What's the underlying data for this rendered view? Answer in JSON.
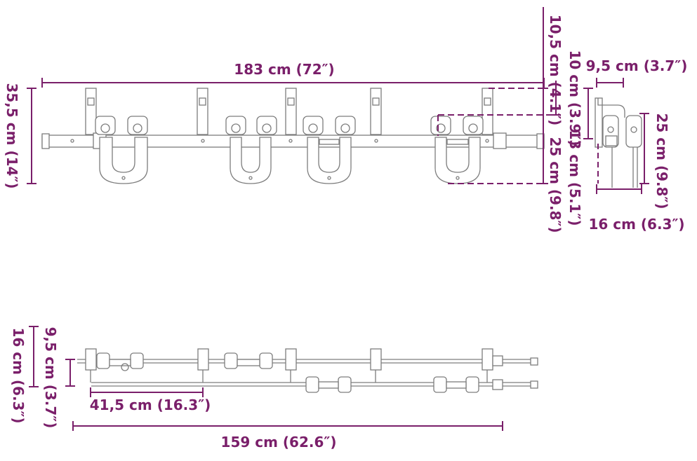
{
  "colors": {
    "dimension": "#7a1f6a",
    "part": "#7d7d7d",
    "background": "#ffffff"
  },
  "dimensions": {
    "total_length": "183 cm (72″)",
    "height_left": "35,5 cm (14″)",
    "top_10": "10 cm (3.9″)",
    "top_10_5": "10,5 cm (4.1″)",
    "wheel_25": "25 cm (9.8″)",
    "side_9_5": "9,5 cm (3.7″)",
    "side_13": "13 cm (5.1″)",
    "side_25": "25 cm (9.8″)",
    "side_16": "16 cm (6.3″)",
    "bottom_16": "16 cm (6.3″)",
    "bottom_9_5": "9,5 cm (3.7″)",
    "bottom_41_5": "41,5 cm (16.3″)",
    "bottom_159": "159 cm (62.6″)"
  }
}
